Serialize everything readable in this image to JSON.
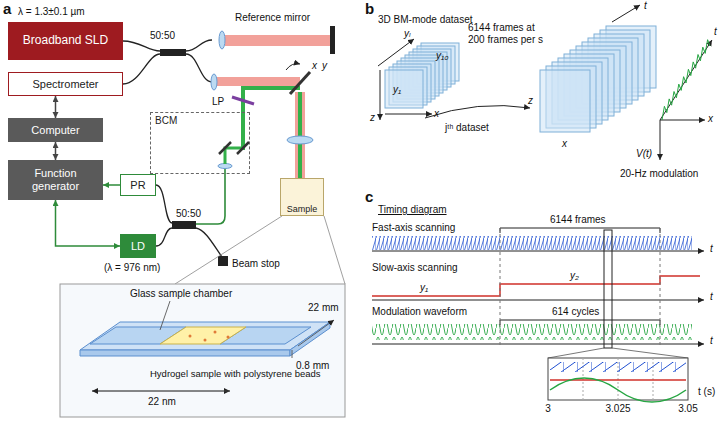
{
  "diagram": {
    "nodes": [
      {
        "text": [
          "Broadband SLD"
        ]
      },
      {
        "text": [
          "Spectrometer"
        ]
      },
      {
        "text": [
          "Computer"
        ]
      },
      {
        "text": [
          "Function generator"
        ]
      },
      {
        "text": [
          "PR"
        ]
      },
      {
        "text": [
          "LD"
        ]
      },
      {
        "text": [
          "BCM"
        ]
      },
      {
        "text": [
          "Sample"
        ]
      }
    ],
    "edges": [
      {
        "from": 1,
        "to": 2,
        "arrow": "both"
      },
      {
        "from": 2,
        "to": 3,
        "arrow": "both"
      },
      {
        "from": 4,
        "to": 3,
        "arrow": "to"
      },
      {
        "from": 3,
        "to": 5,
        "arrow": "both"
      }
    ],
    "labels": [
      "a",
      "λ = 1.3±0.1 µm",
      "50:50",
      "Reference mirror",
      "LP",
      "x",
      "y",
      "50:50",
      "Beam stop",
      "(λ = 976 nm)",
      "Glass sample chamber",
      "22 mm",
      "0.8 mm",
      "Hydrogel sample with polystyrene beads",
      "22 nm",
      "b",
      "3D BM-mode dataset",
      "yₗ",
      "x",
      "z",
      "y₁₀",
      "y₁",
      "jᵗʰ dataset",
      "6144 frames at 200 frames per s",
      "t",
      "x",
      "z",
      "t",
      "x",
      "V(t)",
      "20-Hz modulation",
      "c",
      "Timing diagram",
      "Fast-axis scanning",
      "6144 frames",
      "t",
      "Slow-axis scanning",
      "y₁",
      "y₂",
      "t",
      "Modulation waveform",
      "614 cycles",
      "t",
      "3",
      "3.025",
      "3.05",
      "t (s)"
    ]
  }
}
